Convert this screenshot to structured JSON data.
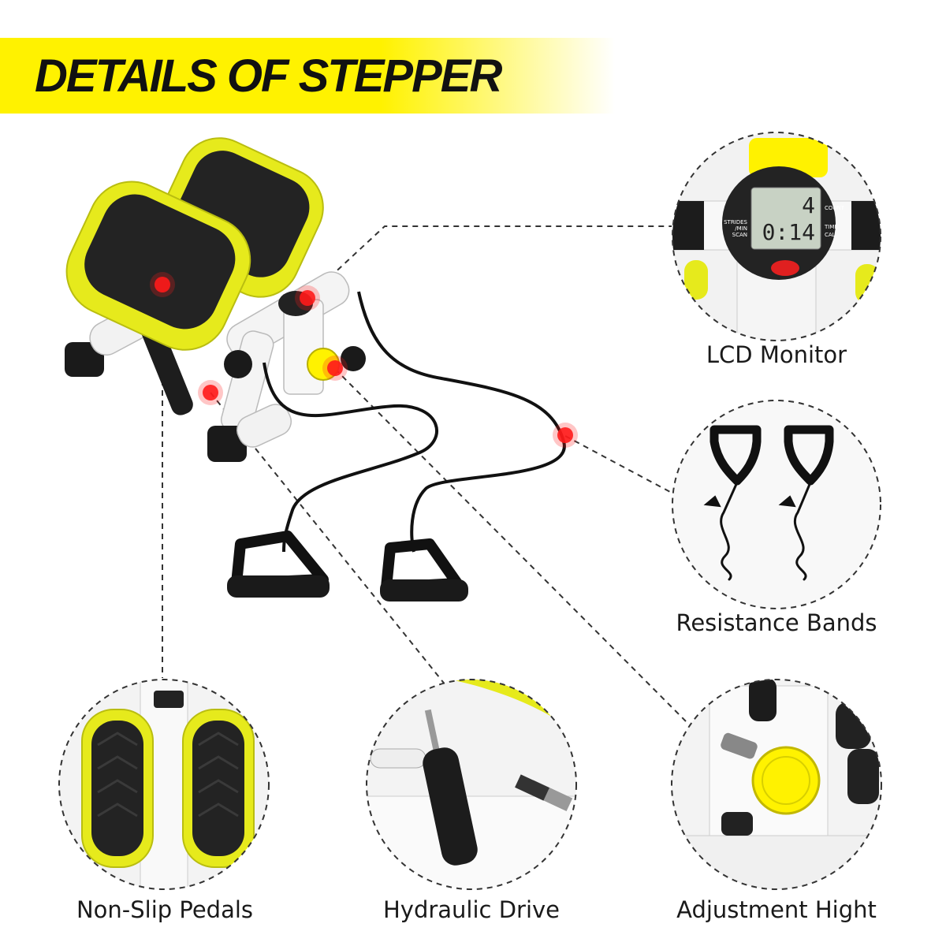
{
  "banner": {
    "title": "DETAILS OF STEPPER"
  },
  "features": [
    {
      "label": "LCD Monitor"
    },
    {
      "label": "Resistance Bands"
    },
    {
      "label": "Non-Slip Pedals"
    },
    {
      "label": "Hydraulic Drive"
    },
    {
      "label": "Adjustment Hight"
    }
  ],
  "lcd": {
    "count": "4",
    "time": "0:14",
    "left_label_1": "STRIDES",
    "left_label_2": "/MIN",
    "left_label_3": "SCAN",
    "right_label_1": "COUNT",
    "right_label_2": "TIME",
    "right_label_3": "CAL"
  },
  "colors": {
    "accent": "#fff200",
    "frame": "#e6ea1c",
    "hotspot": "#ff1a1a"
  }
}
